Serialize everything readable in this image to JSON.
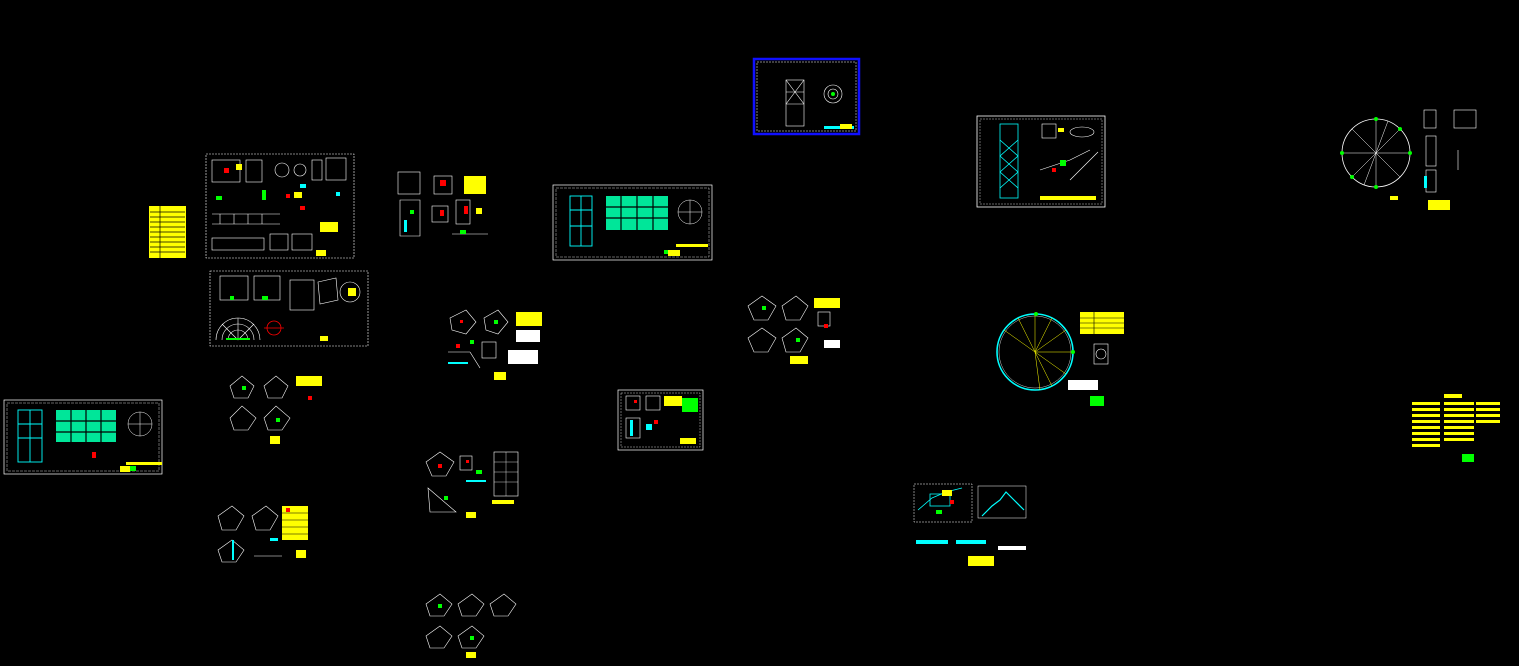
{
  "workspace": {
    "background": "#000000",
    "colors": {
      "frame": "#ffffff",
      "cyan": "#00ffff",
      "yellow": "#ffff00",
      "red": "#ff0000",
      "green": "#00ff00",
      "magenta": "#ff00ff",
      "blue": "#0000ff",
      "selected": "#1010ff"
    },
    "sheets": [
      {
        "name": "drawing-sheet-plan-details"
      },
      {
        "name": "drawing-sheet-legend-table"
      },
      {
        "name": "drawing-sheet-sections"
      },
      {
        "name": "drawing-sheet-elevation-grid"
      },
      {
        "name": "drawing-sheet-selected"
      },
      {
        "name": "drawing-sheet-tower-details"
      },
      {
        "name": "drawing-sheet-circle-plan"
      },
      {
        "name": "drawing-sheet-foundation"
      },
      {
        "name": "drawing-sheet-joints-1"
      },
      {
        "name": "drawing-sheet-joints-2"
      },
      {
        "name": "drawing-sheet-joints-3"
      },
      {
        "name": "drawing-sheet-elevation-grid-2"
      },
      {
        "name": "drawing-sheet-joints-4"
      },
      {
        "name": "drawing-sheet-node-details"
      },
      {
        "name": "drawing-sheet-small-frame"
      },
      {
        "name": "drawing-sheet-joints-5"
      },
      {
        "name": "drawing-sheet-ring-plan"
      },
      {
        "name": "drawing-sheet-stair"
      },
      {
        "name": "drawing-sheet-notes"
      }
    ]
  }
}
